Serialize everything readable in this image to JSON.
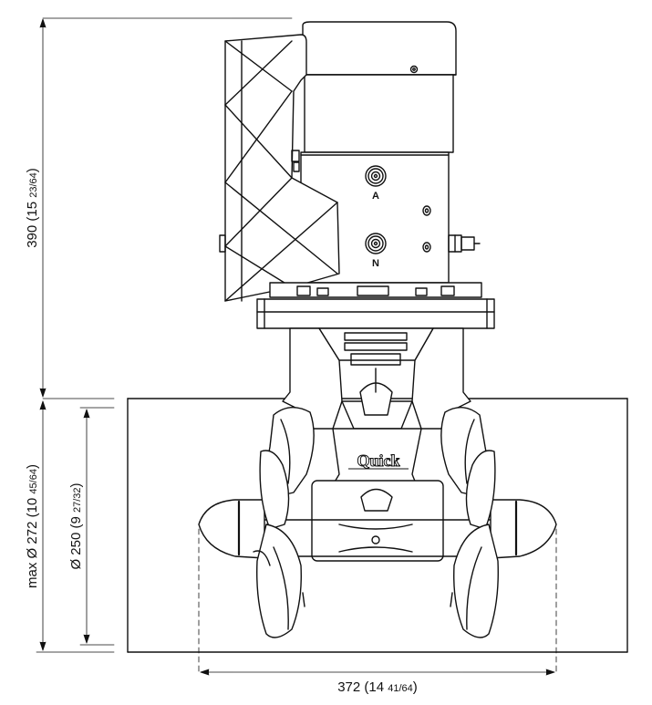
{
  "dimensions": {
    "height_total": {
      "main": "390 (15 ",
      "frac": "23/64",
      "close": ")"
    },
    "max_diameter": {
      "main": "max Ø 272 (10 ",
      "frac": "45/64",
      "close": ")"
    },
    "diameter": {
      "main": "Ø 250 (9 ",
      "frac": "27/32",
      "close": ")"
    },
    "width": {
      "main": "372 (14 ",
      "frac": "41/64",
      "close": ")"
    }
  },
  "labels": {
    "terminal_a": "A",
    "terminal_n": "N",
    "brand": "Quick"
  }
}
